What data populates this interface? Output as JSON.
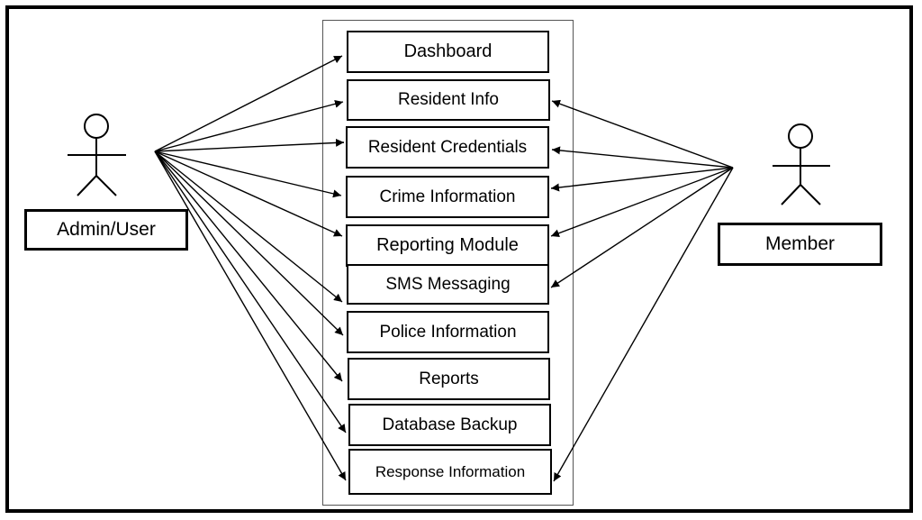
{
  "actors": {
    "left": {
      "label": "Admin/User"
    },
    "right": {
      "label": "Member"
    }
  },
  "use_cases": [
    {
      "label": "Dashboard"
    },
    {
      "label": "Resident Info"
    },
    {
      "label": "Resident Credentials"
    },
    {
      "label": "Crime Information"
    },
    {
      "label": "Reporting Module"
    },
    {
      "label": "SMS Messaging"
    },
    {
      "label": "Police Information"
    },
    {
      "label": "Reports"
    },
    {
      "label": "Database Backup"
    },
    {
      "label": "Response Information"
    }
  ],
  "associations": {
    "left_actor_targets": [
      0,
      1,
      2,
      3,
      4,
      5,
      6,
      7,
      8,
      9
    ],
    "right_actor_targets": [
      1,
      2,
      3,
      4,
      5,
      9
    ]
  },
  "colors": {
    "line": "#000000",
    "border": "#000000",
    "boundary": "#555555"
  }
}
